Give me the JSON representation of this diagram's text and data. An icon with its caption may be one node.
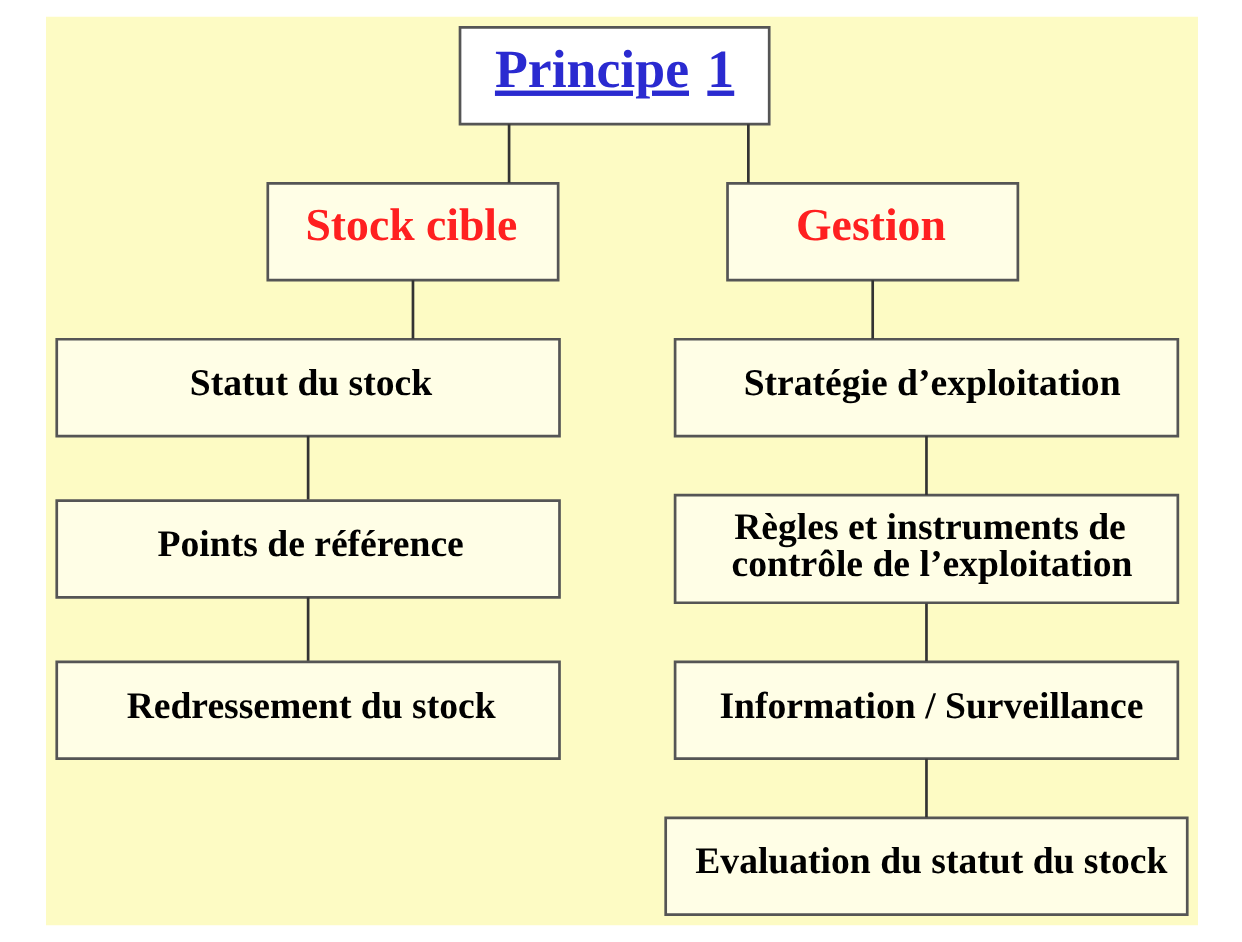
{
  "diagram": {
    "nodes": [
      {
        "text": [
          "Principe 1"
        ]
      },
      {
        "text": [
          "Stock cible"
        ]
      },
      {
        "text": [
          "Gestion"
        ]
      },
      {
        "text": [
          "Statut du stock"
        ]
      },
      {
        "text": [
          "Points de référence"
        ]
      },
      {
        "text": [
          "Redressement du stock"
        ]
      },
      {
        "text": [
          "Stratégie d’exploitation"
        ]
      },
      {
        "text": [
          "Règles et instruments de contrôle de l’exploitation"
        ]
      },
      {
        "text": [
          "Information / Surveillance"
        ]
      },
      {
        "text": [
          "Evaluation du statut du stock"
        ]
      }
    ],
    "edges": [
      {
        "from": 0,
        "to": 1,
        "arrow": "none"
      },
      {
        "from": 0,
        "to": 2,
        "arrow": "none"
      },
      {
        "from": 1,
        "to": 3,
        "arrow": "none"
      },
      {
        "from": 3,
        "to": 4,
        "arrow": "none"
      },
      {
        "from": 4,
        "to": 5,
        "arrow": "none"
      },
      {
        "from": 2,
        "to": 6,
        "arrow": "none"
      },
      {
        "from": 6,
        "to": 7,
        "arrow": "none"
      },
      {
        "from": 7,
        "to": 8,
        "arrow": "none"
      },
      {
        "from": 8,
        "to": 9,
        "arrow": "none"
      }
    ]
  }
}
